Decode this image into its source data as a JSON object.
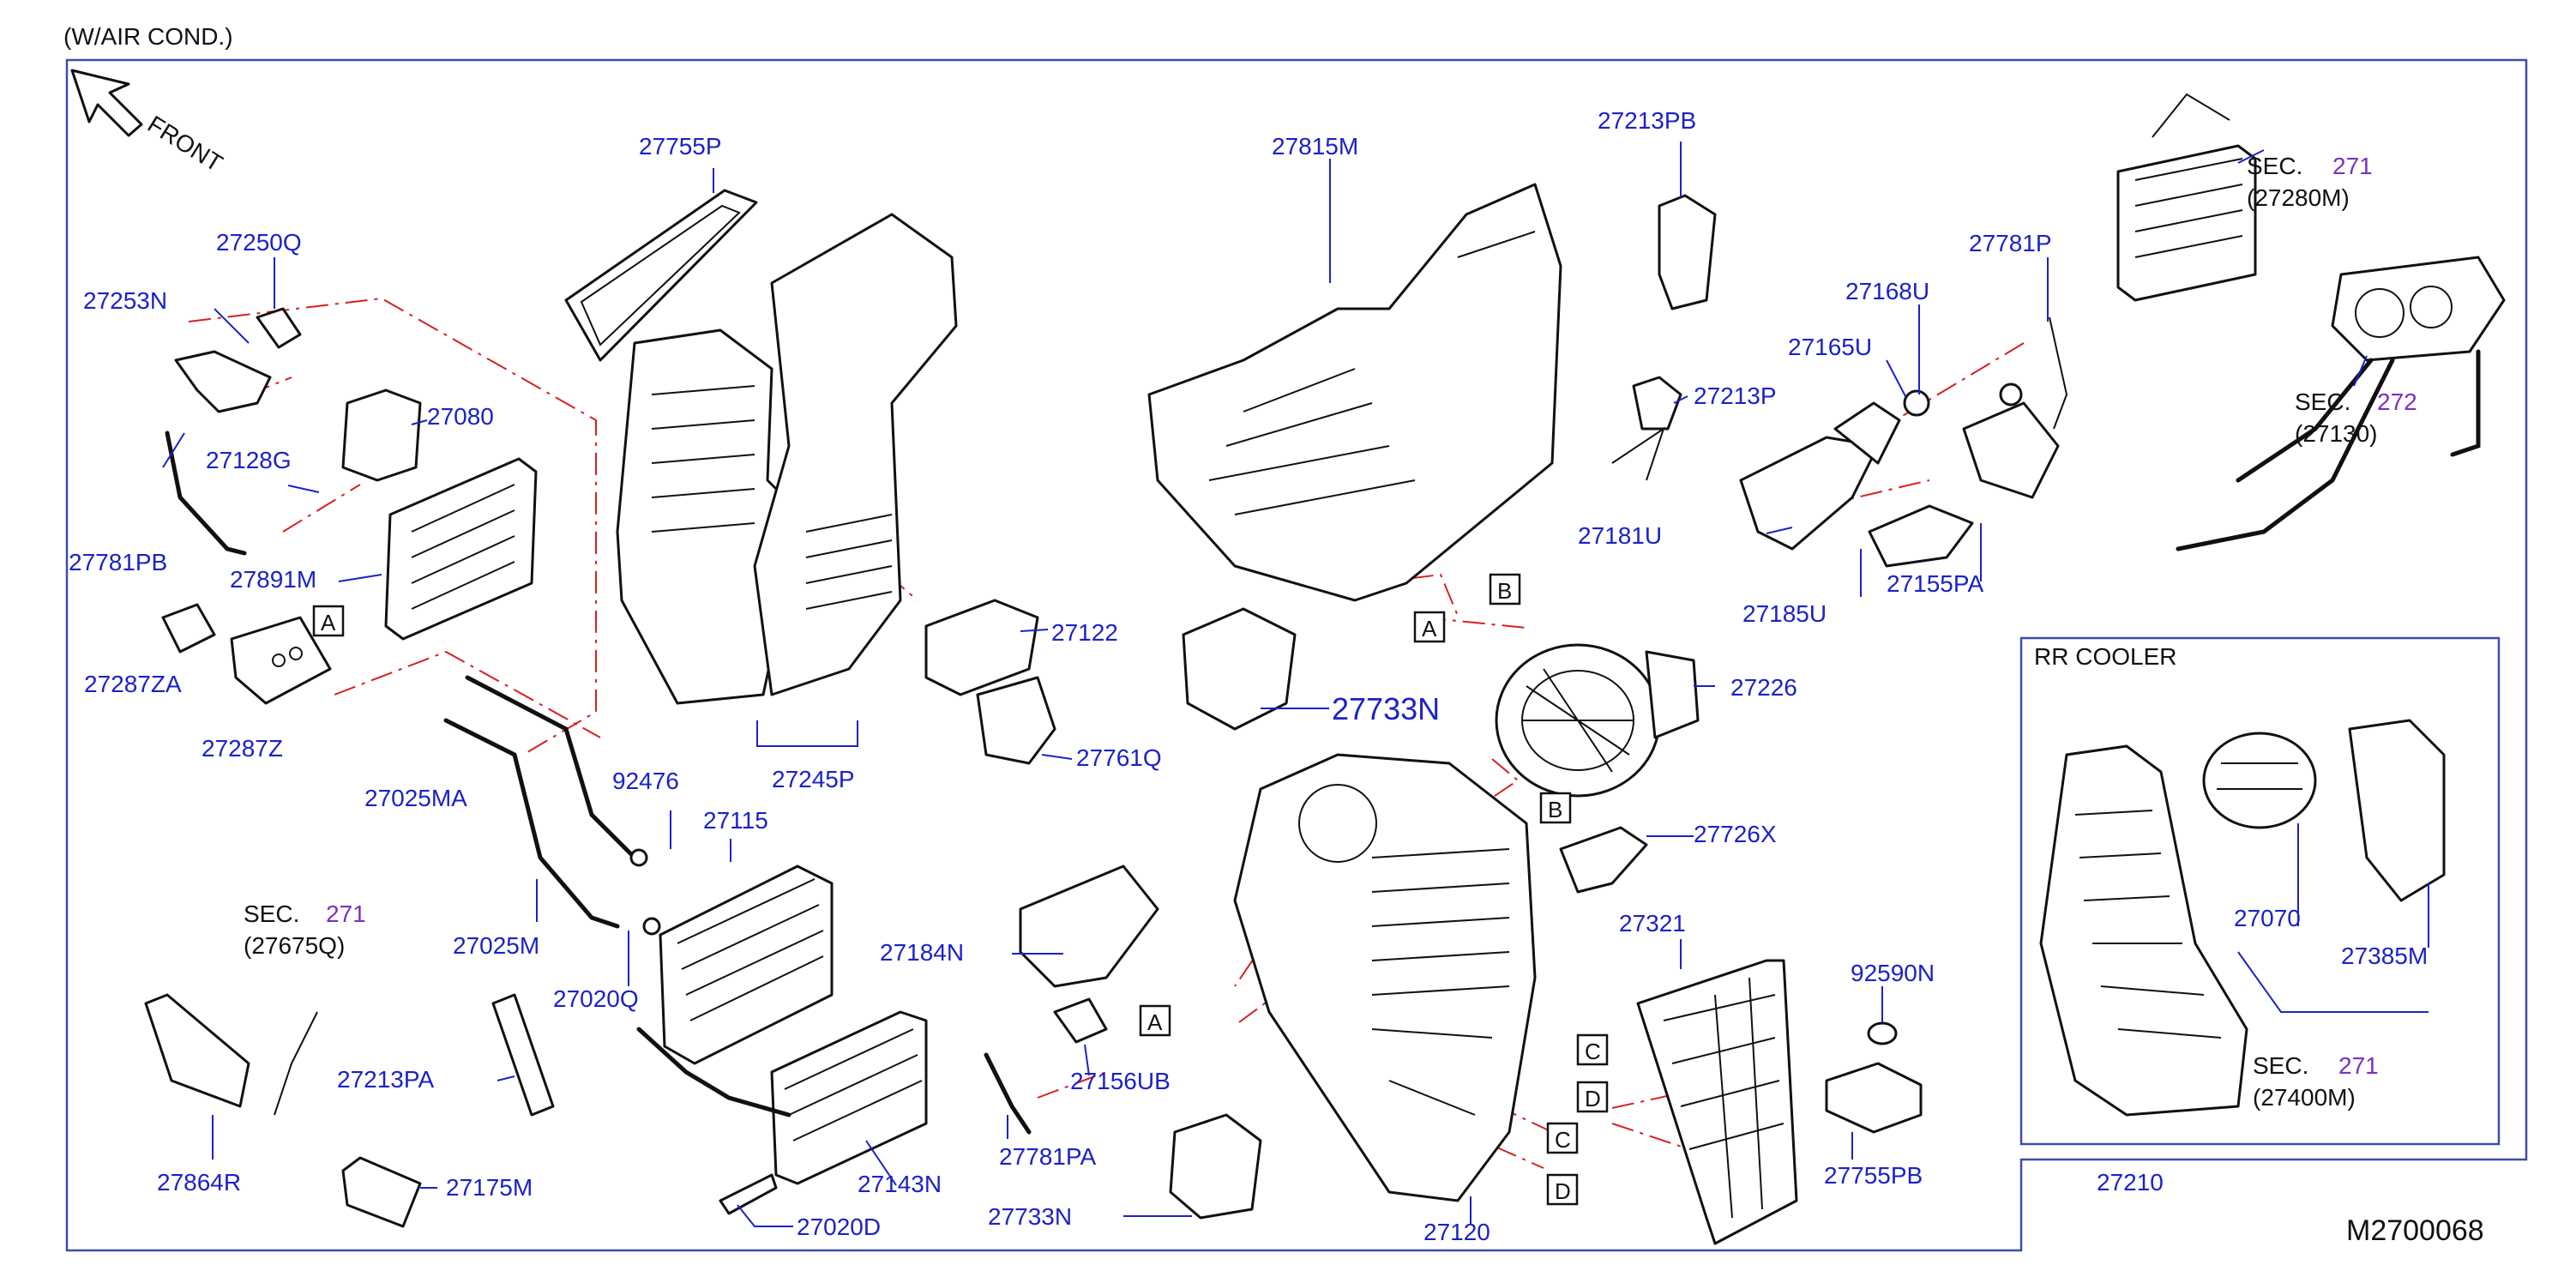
{
  "variant_note": "(W/AIR   COND.)",
  "front_label": "FRONT",
  "diagram_code": "M2700068",
  "rr_cooler_title": "RR   COOLER",
  "colors": {
    "part_number": "#1a22c8",
    "section_ref": "#7a2fc4",
    "chain_line": "#d62020",
    "frame": "#3a4fa8"
  },
  "parts": {
    "p27755P": "27755P",
    "p27815M": "27815M",
    "p27213PB": "27213PB",
    "p27781P": "27781P",
    "p27168U": "27168U",
    "p27165U": "27165U",
    "p27213P": "27213P",
    "p27181U": "27181U",
    "p27185U": "27185U",
    "p27155PA": "27155PA",
    "p27250Q": "27250Q",
    "p27253N": "27253N",
    "p27080": "27080",
    "p27128G": "27128G",
    "p27781PB": "27781PB",
    "p27891M": "27891M",
    "p27287ZA": "27287ZA",
    "p27287Z": "27287Z",
    "p27122": "27122",
    "p27733N_big": "27733N",
    "p27226": "27226",
    "p27761Q": "27761Q",
    "p27245P": "27245P",
    "p27025MA": "27025MA",
    "p92476": "92476",
    "p27115": "27115",
    "p27025M": "27025M",
    "p27020Q": "27020Q",
    "p27184N": "27184N",
    "p27726X": "27726X",
    "p27321": "27321",
    "p92590N": "92590N",
    "p27213PA": "27213PA",
    "p27864R": "27864R",
    "p27175M": "27175M",
    "p27143N": "27143N",
    "p27020D": "27020D",
    "p27156UB": "27156UB",
    "p27781PA": "27781PA",
    "p27733N": "27733N",
    "p27120": "27120",
    "p27755PB": "27755PB",
    "p27210": "27210",
    "p27070": "27070",
    "p27385M": "27385M"
  },
  "section_refs": {
    "sec271_a": {
      "label": "SEC.",
      "num": "271",
      "code": "(27280M)"
    },
    "sec272": {
      "label": "SEC.",
      "num": "272",
      "code": "(27130)"
    },
    "sec271_b": {
      "label": "SEC.",
      "num": "271",
      "code": "(27675Q)"
    },
    "sec271_c": {
      "label": "SEC.",
      "num": "271",
      "code": "(27400M)"
    }
  },
  "callouts": [
    "A",
    "B",
    "C",
    "D"
  ]
}
